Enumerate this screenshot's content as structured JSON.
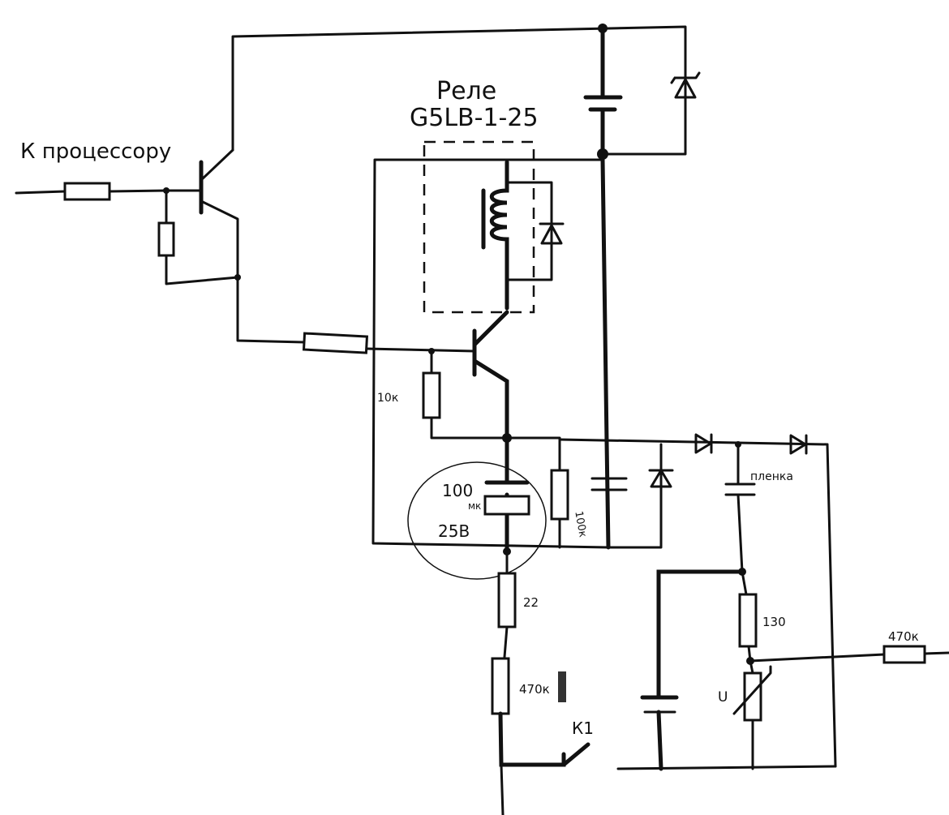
{
  "labels": {
    "processor": "К процессору",
    "relay_title": "Реле",
    "relay_model": "G5LB-1-25",
    "r_10k": "10к",
    "cap_value": "100",
    "cap_unit": "мк",
    "cap_voltage": "25В",
    "r_100k": "100к",
    "film_cap": "пленка",
    "r_22": "22",
    "r_470k_lower": "470к",
    "switch_k1": "К1",
    "r_130": "130",
    "thermistor": "U",
    "r_470k_out": "470к"
  }
}
